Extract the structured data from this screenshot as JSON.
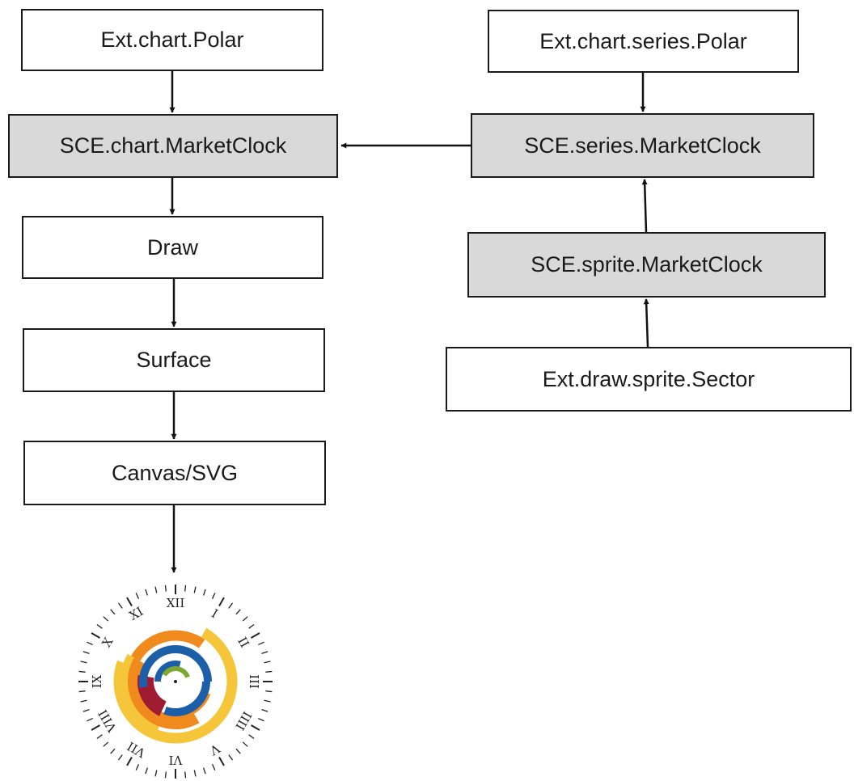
{
  "nodes": {
    "ext_chart_polar": "Ext.chart.Polar",
    "sce_chart_marketclock": "SCE.chart.MarketClock",
    "draw": "Draw",
    "surface": "Surface",
    "canvas_svg": "Canvas/SVG",
    "ext_chart_series_polar": "Ext.chart.series.Polar",
    "sce_series_marketclock": "SCE.series.MarketClock",
    "sce_sprite_marketclock": "SCE.sprite.MarketClock",
    "ext_draw_sprite_sector": "Ext.draw.sprite.Sector"
  },
  "colors": {
    "shaded_fill": "#d9d9d9",
    "border": "#1a1a1a",
    "clock_yellow": "#f5c53a",
    "clock_orange": "#f08a1c",
    "clock_red": "#9e1b32",
    "clock_blue": "#1c5ea8",
    "clock_green": "#7fa830"
  },
  "clock": {
    "numerals": [
      "XII",
      "I",
      "II",
      "III",
      "IIII",
      "V",
      "VI",
      "VII",
      "VIII",
      "IX",
      "X",
      "XI"
    ]
  }
}
